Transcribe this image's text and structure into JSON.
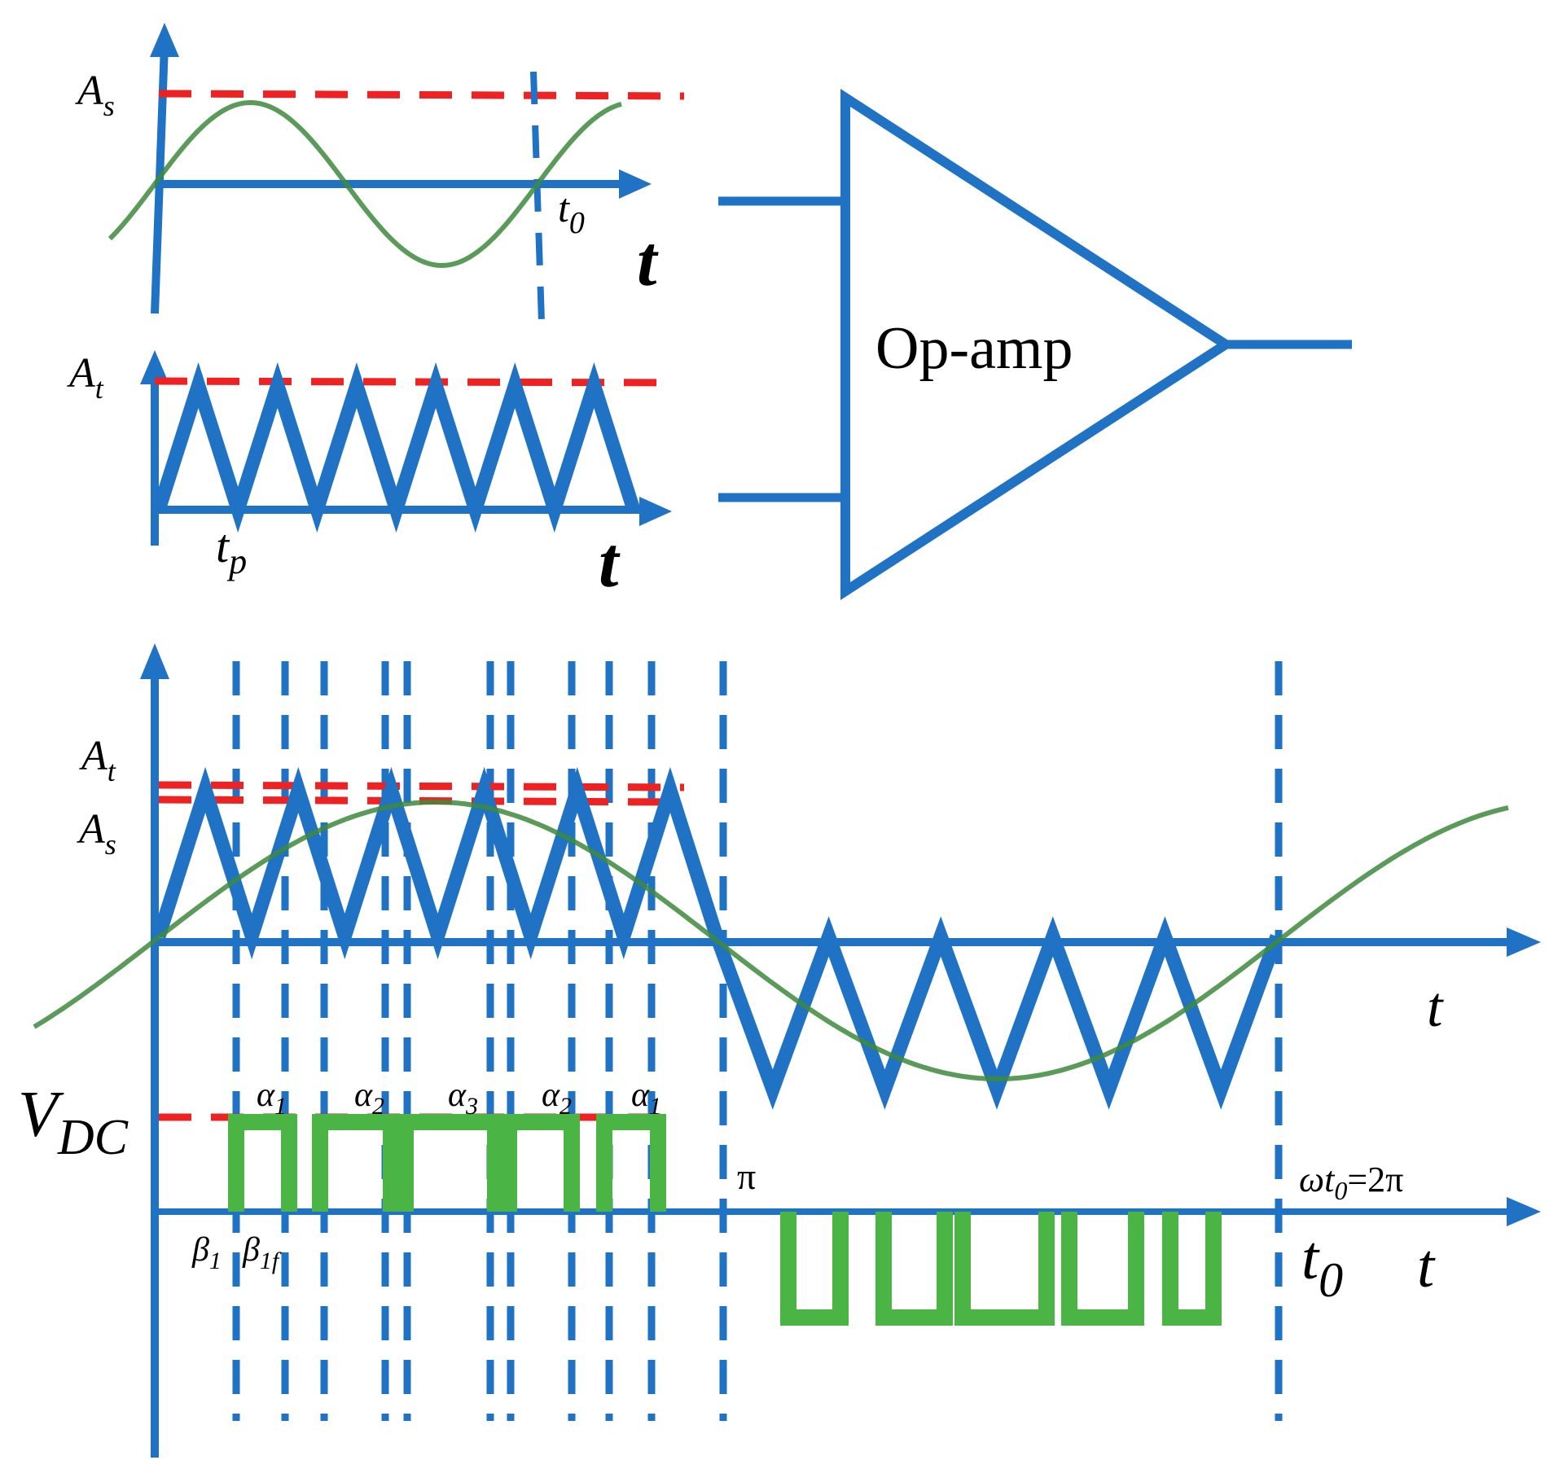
{
  "colors": {
    "blue": "#1f72c4",
    "green": "#4ab545",
    "sine": "#3e8a3c",
    "red": "#ee2222",
    "text": "#000000"
  },
  "top_sine_panel": {
    "amplitude_label": {
      "main": "A",
      "sub": "s"
    },
    "t0_label": {
      "main": "t",
      "sub": "0"
    },
    "axis_label": "t"
  },
  "top_triangle_panel": {
    "amplitude_label": {
      "main": "A",
      "sub": "t"
    },
    "period_label": {
      "main": "t",
      "sub": "p"
    },
    "axis_label": "t",
    "carrier_peaks": 6
  },
  "opamp": {
    "label": "Op-amp"
  },
  "bottom_panel": {
    "carrier_label": {
      "main": "A",
      "sub": "t"
    },
    "signal_label": {
      "main": "A",
      "sub": "s"
    },
    "t_axis_label": "t",
    "vdc_label": {
      "main": "V",
      "sub": "DC"
    },
    "alpha_labels": [
      {
        "main": "α",
        "sub": "1"
      },
      {
        "main": "α",
        "sub": "2"
      },
      {
        "main": "α",
        "sub": "3"
      },
      {
        "main": "α",
        "sub": "2"
      },
      {
        "main": "α",
        "sub": "1"
      }
    ],
    "beta_labels": [
      {
        "main": "β",
        "sub": "1"
      },
      {
        "main": "β",
        "sub": "1f"
      }
    ],
    "pi_label": "π",
    "two_pi_label": {
      "pre": "ω",
      "main": "t",
      "sub": "0",
      "post": "=2π"
    },
    "t0_label": {
      "main": "t",
      "sub": "0"
    },
    "pulse_axis_label": "t",
    "positive_pulses": 5,
    "negative_pulses": 5
  }
}
